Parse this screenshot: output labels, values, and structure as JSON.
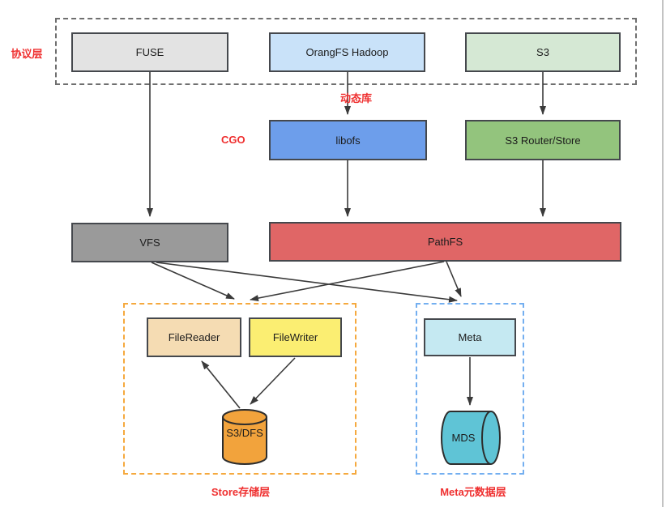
{
  "groups": {
    "protocol": {
      "label": "协议层"
    },
    "store": {
      "label": "Store存储层"
    },
    "meta": {
      "label": "Meta元数据层"
    }
  },
  "annotations": {
    "dynamic_lib": "动态库",
    "cgo": "CGO"
  },
  "nodes": {
    "fuse": {
      "label": "FUSE"
    },
    "orangfs_hadoop": {
      "label": "OrangFS Hadoop"
    },
    "s3": {
      "label": "S3"
    },
    "libofs": {
      "label": "libofs"
    },
    "s3_router_store": {
      "label": "S3 Router/Store"
    },
    "vfs": {
      "label": "VFS"
    },
    "pathfs": {
      "label": "PathFS"
    },
    "filereader": {
      "label": "FileReader"
    },
    "filewriter": {
      "label": "FileWriter"
    },
    "meta": {
      "label": "Meta"
    },
    "s3_dfs": {
      "label": "S3/DFS"
    },
    "mds": {
      "label": "MDS"
    }
  },
  "edges": [
    {
      "from": "fuse",
      "to": "vfs"
    },
    {
      "from": "orangfs_hadoop",
      "to": "libofs",
      "label": "动态库"
    },
    {
      "from": "s3",
      "to": "s3_router_store"
    },
    {
      "from": "libofs",
      "to": "pathfs"
    },
    {
      "from": "s3_router_store",
      "to": "pathfs"
    },
    {
      "from": "vfs",
      "to": "store_group"
    },
    {
      "from": "vfs",
      "to": "meta_group"
    },
    {
      "from": "pathfs",
      "to": "store_group"
    },
    {
      "from": "pathfs",
      "to": "meta_group"
    },
    {
      "from": "s3_dfs",
      "to": "filereader"
    },
    {
      "from": "filewriter",
      "to": "s3_dfs"
    },
    {
      "from": "meta",
      "to": "mds"
    }
  ],
  "colors": {
    "annotation_red": "#ef2f2f",
    "fuse_fill": "#e3e3e3",
    "orangfs_fill": "#c9e2f9",
    "s3_fill": "#d5e8d4",
    "libofs_fill": "#6d9eeb",
    "router_fill": "#93c47d",
    "vfs_fill": "#9a9a9a",
    "pathfs_fill": "#e06666",
    "filereader_fill": "#f5dcb3",
    "filewriter_fill": "#fbee72",
    "meta_fill": "#c5e9f2",
    "s3dfs_cylinder": "#f2a33c",
    "mds_cylinder": "#5fc4d6",
    "protocol_dash": "#6f6f6f",
    "store_dash": "#f5a93e",
    "meta_dash": "#74aff0",
    "wire": "#3a3a3a"
  }
}
